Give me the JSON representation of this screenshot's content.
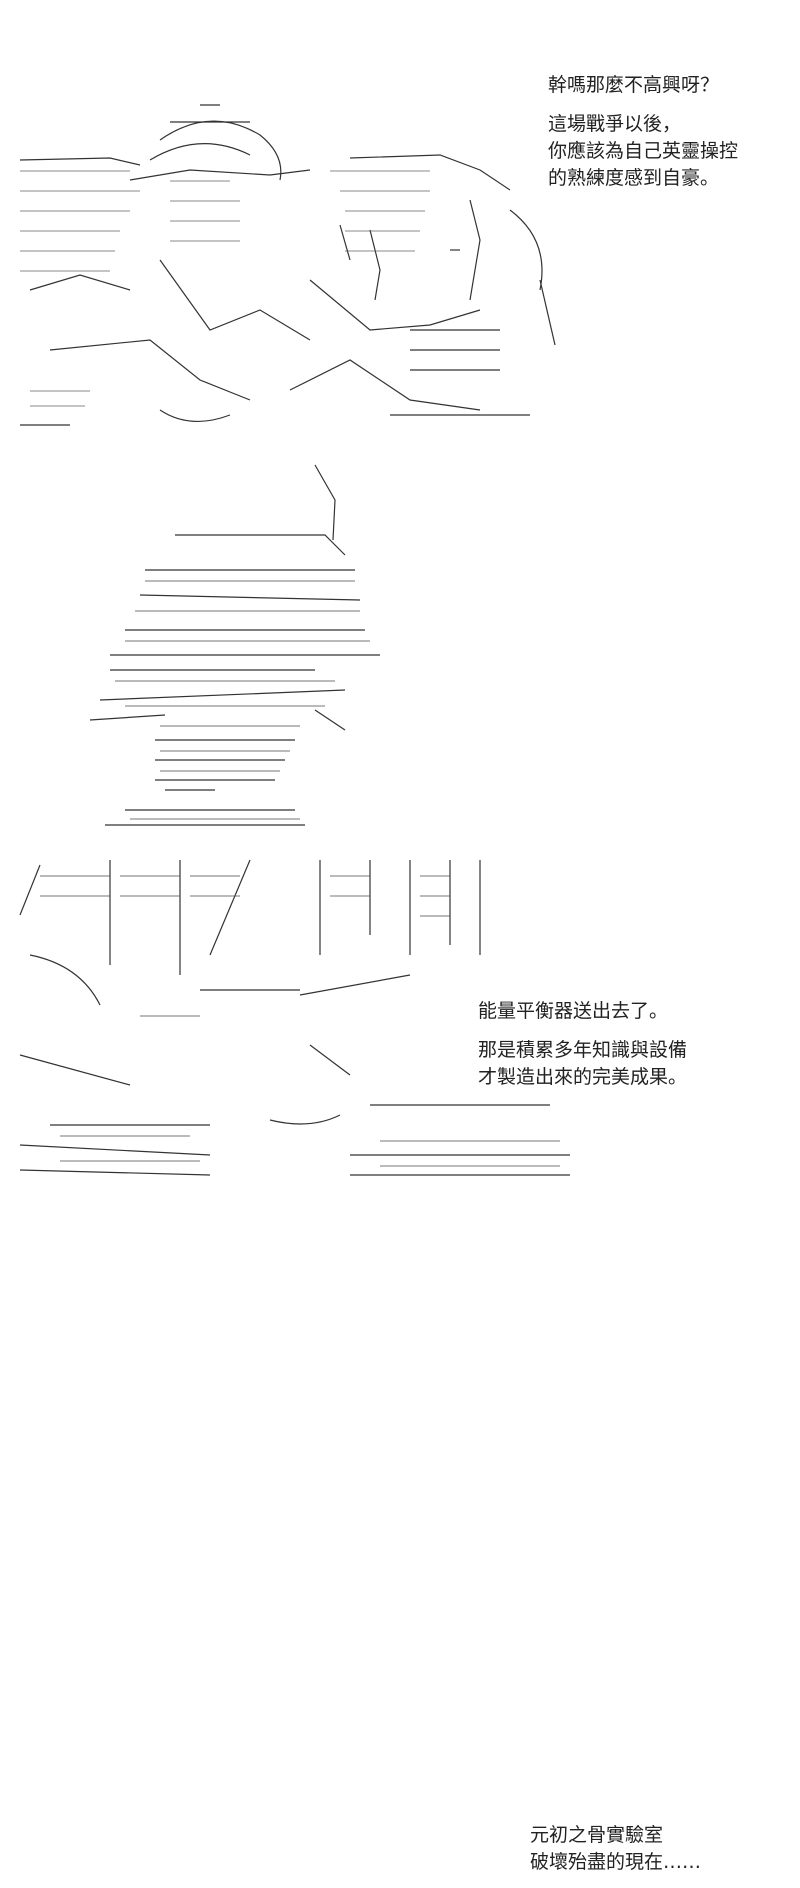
{
  "panels": [
    {
      "figure": "ascii-art-hooded-figure-with-crowd",
      "dialogue": [
        [
          "幹嗎那麼不高興呀？"
        ],
        [
          "這場戰爭以後，",
          "你應該為自己英靈操控",
          "的熟練度感到自豪。"
        ]
      ]
    },
    {
      "figure": "ascii-art-standing-figure-in-cap",
      "dialogue": [
        [
          "能量平衡器送出去了。"
        ],
        [
          "那是積累多年知識與設備",
          "才製造出來的完美成果。"
        ]
      ]
    },
    {
      "figure": "ascii-art-closeup-figure-hair",
      "dialogue": [
        [
          "元初之骨實驗室",
          "破壞殆盡的現在……"
        ]
      ]
    }
  ],
  "colors": {
    "ink": "#222222",
    "background": "#ffffff"
  }
}
